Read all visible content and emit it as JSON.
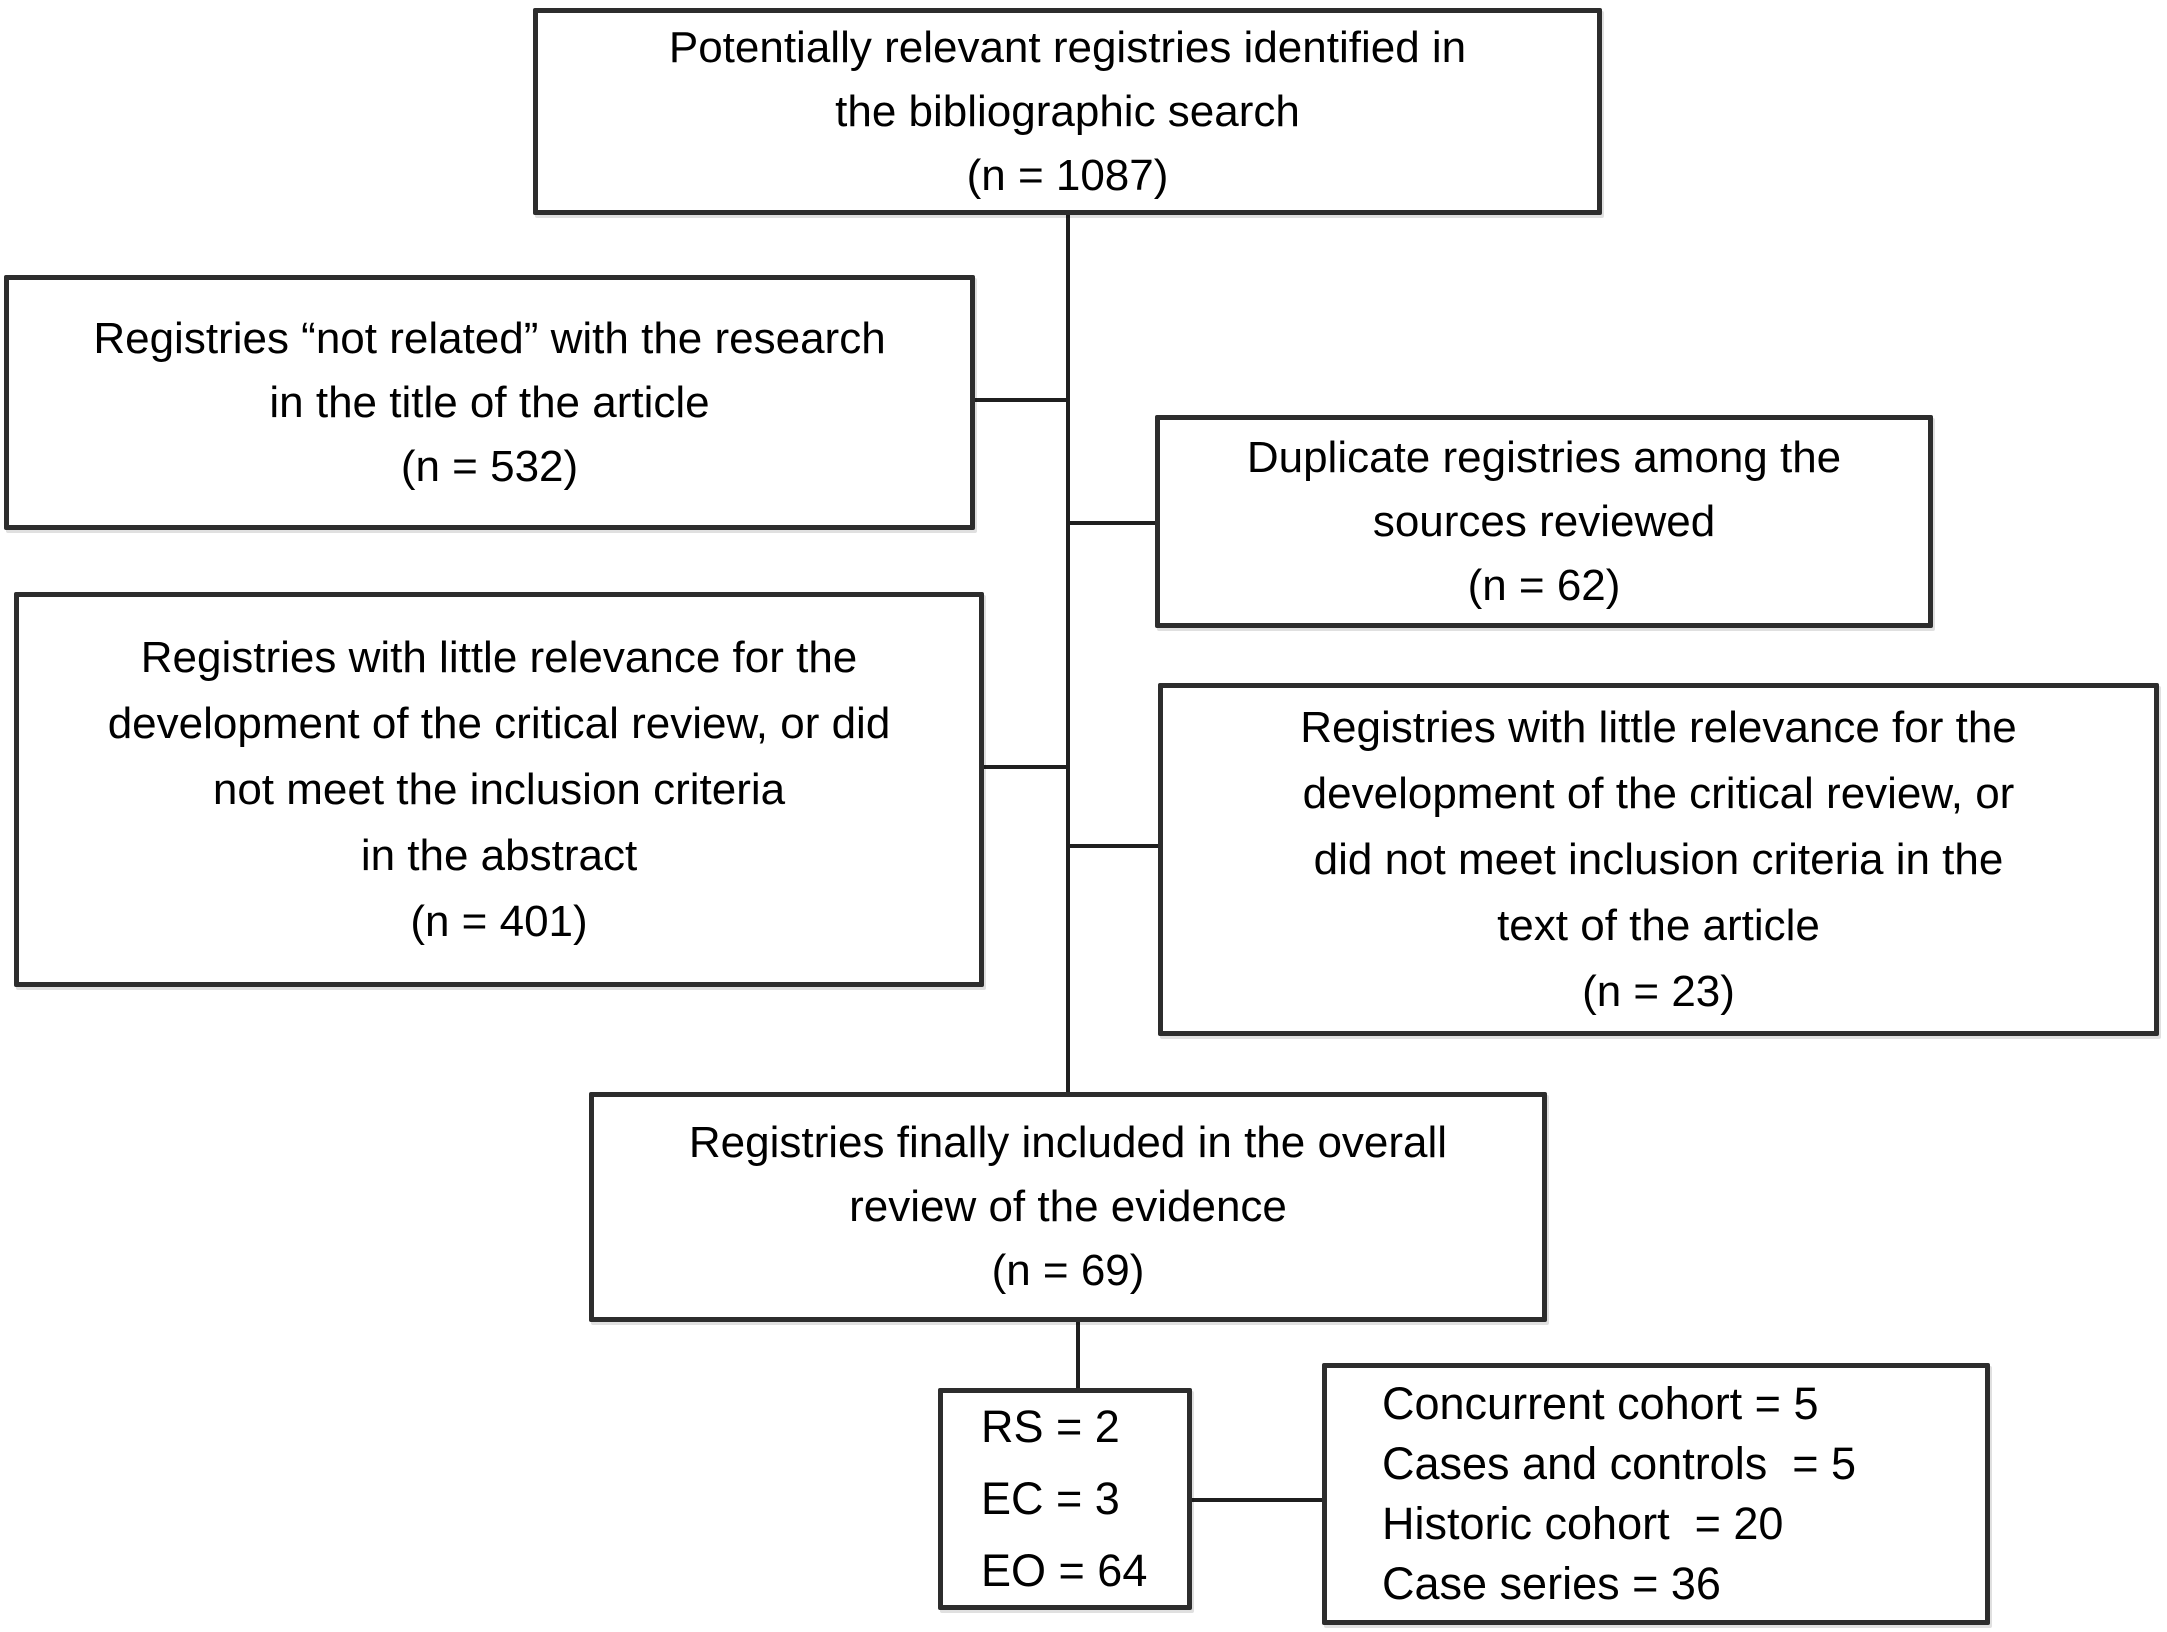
{
  "diagram": {
    "identified": {
      "lines": [
        "Potentially relevant registries identified in",
        "the bibliographic search",
        "(n = 1087)"
      ]
    },
    "not_related_title": {
      "lines": [
        "Registries “not related” with the research",
        "in the title of the article",
        "(n = 532)"
      ]
    },
    "duplicates": {
      "lines": [
        "Duplicate registries among the",
        "sources reviewed",
        "(n = 62)"
      ]
    },
    "little_relevance_abstract": {
      "lines": [
        "Registries with little relevance for the",
        "development of the critical review, or did",
        "not meet the inclusion criteria",
        "in the abstract",
        "(n = 401)"
      ]
    },
    "little_relevance_text": {
      "lines": [
        "Registries with little relevance for the",
        "development of the critical review, or",
        "did not meet inclusion criteria in the",
        "text of the article",
        "(n = 23)"
      ]
    },
    "included": {
      "lines": [
        "Registries finally included in the overall",
        "review of the evidence",
        "(n = 69)"
      ]
    },
    "design_codes": {
      "lines": [
        "RS = 2",
        "EC = 3",
        "EO = 64"
      ]
    },
    "design_types": {
      "lines": [
        "Concurrent cohort = 5",
        "Cases and controls  = 5",
        "Historic cohort  = 20",
        "Case series = 36"
      ]
    }
  },
  "colors": {
    "background": "#ffffff",
    "box_border": "#2d2d2d",
    "connector": "#1f1f1f",
    "text": "#000000"
  }
}
